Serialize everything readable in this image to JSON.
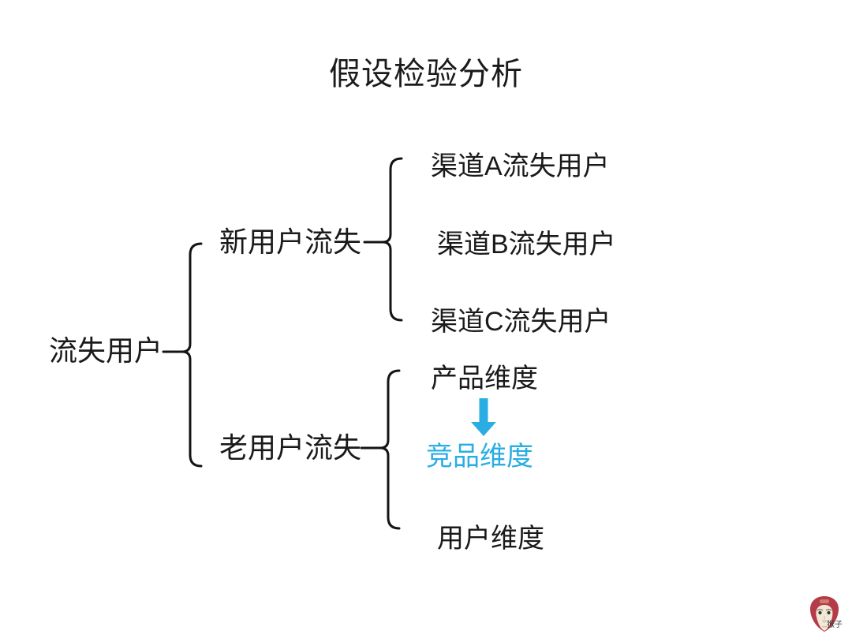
{
  "title": "假设检验分析",
  "colors": {
    "accent": "#29ade3",
    "line": "#141414",
    "logo_red": "#b43b47",
    "logo_face": "#f3e8d8"
  },
  "tree": {
    "root": {
      "label": "流失用户"
    },
    "branches": [
      {
        "label": "新用户流失",
        "children": [
          {
            "label": "渠道A流失用户"
          },
          {
            "label": "渠道B流失用户"
          },
          {
            "label": "渠道C流失用户"
          }
        ]
      },
      {
        "label": "老用户流失",
        "children": [
          {
            "label": "产品维度"
          },
          {
            "label": "竞品维度",
            "highlighted": true
          },
          {
            "label": "用户维度"
          }
        ],
        "arrow_icon": "down-arrow-icon"
      }
    ]
  },
  "logo": {
    "caption": "猴子"
  }
}
